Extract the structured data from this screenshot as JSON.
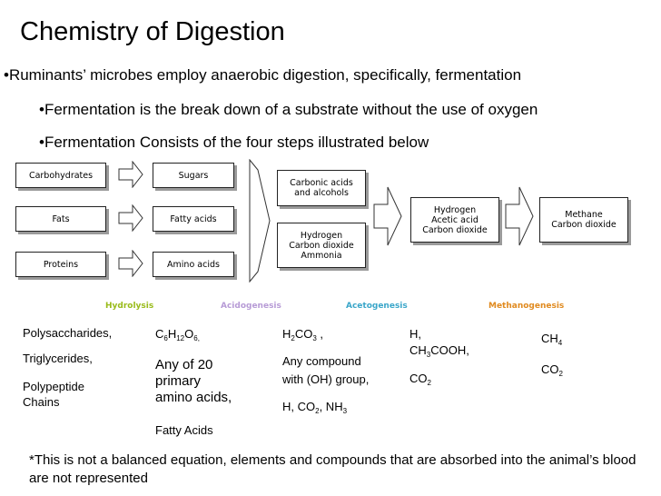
{
  "title": "Chemistry of Digestion",
  "bullets": [
    "•Ruminants’ microbes employ anaerobic digestion, specifically, fermentation",
    "•Fermentation is the break down of a substrate without the use of oxygen",
    "•Fermentation Consists of the four steps illustrated below"
  ],
  "diagram": {
    "inputs": [
      "Carbohydrates",
      "Fats",
      "Proteins"
    ],
    "monomers": [
      "Sugars",
      "Fatty acids",
      "Amino acids"
    ],
    "acidogenesis_boxes": [
      "Carbonic acids\nand alcohols",
      "Hydrogen\nCarbon dioxide\nAmmonia"
    ],
    "acetogenesis_box": "Hydrogen\nAcetic acid\nCarbon dioxide",
    "methanogenesis_box": "Methane\nCarbon dioxide",
    "stages": [
      {
        "label": "Hydrolysis",
        "color": "#99bb1a"
      },
      {
        "label": "Acidogenesis",
        "color": "#b79bd6"
      },
      {
        "label": "Acetogenesis",
        "color": "#3aa6c9"
      },
      {
        "label": "Methanogenesis",
        "color": "#e08a1f"
      }
    ]
  },
  "table": {
    "col1": [
      "Polysaccharides,",
      "Triglycerides,",
      "Polypeptide",
      "Chains"
    ],
    "col2": {
      "formula_base": [
        "C",
        "H",
        "O"
      ],
      "formula_subs": [
        "6",
        "12",
        "6,"
      ],
      "amino": [
        "Any of 20",
        "primary",
        "amino acids,"
      ],
      "fatty": "Fatty Acids"
    },
    "col3": {
      "h2co3_base": [
        "H",
        "CO",
        " ,"
      ],
      "h2co3_subs": [
        "2",
        "3"
      ],
      "compound": [
        "Any compound",
        "with (OH) group,"
      ],
      "gases_base": [
        "H, CO",
        ", NH"
      ],
      "gases_subs": [
        "2",
        "3"
      ]
    },
    "col4": {
      "h": "H,",
      "acid_base": [
        "CH",
        "COOH,"
      ],
      "acid_sub": "3",
      "co2_base": "CO",
      "co2_sub": "2"
    },
    "col5": {
      "ch4_base": "CH",
      "ch4_sub": "4",
      "co2_base": "CO",
      "co2_sub": "2"
    }
  },
  "footnote": "*This is not a balanced equation, elements and compounds that are absorbed into the animal’s blood are not represented"
}
